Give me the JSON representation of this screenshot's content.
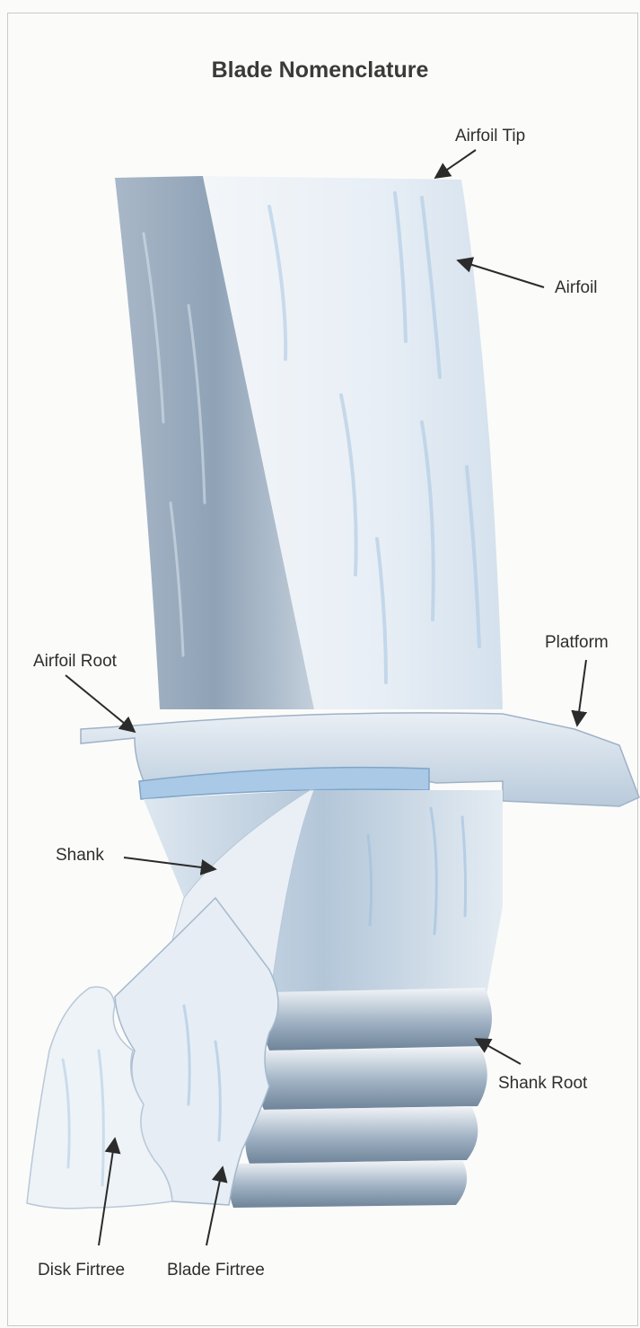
{
  "title": "Blade Nomenclature",
  "labels": {
    "airfoil_tip": "Airfoil Tip",
    "airfoil": "Airfoil",
    "airfoil_root": "Airfoil Root",
    "platform": "Platform",
    "shank": "Shank",
    "shank_root": "Shank Root",
    "disk_firtree": "Disk Firtree",
    "blade_firtree": "Blade Firtree"
  },
  "colors": {
    "steel_light": "#f1f4f7",
    "steel_mid": "#c8d6e3",
    "steel_dark": "#7f93a8",
    "accent_blue": "#8fb6dc",
    "label_text": "#2e2e2e",
    "arrow": "#2b2b2b"
  }
}
